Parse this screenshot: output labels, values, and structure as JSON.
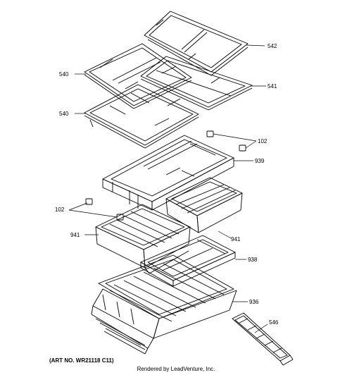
{
  "diagram": {
    "parts": {
      "p542": "542",
      "p540a": "540",
      "p541": "541",
      "p540b": "540",
      "p102a": "102",
      "p939": "939",
      "p102b": "102",
      "p941a": "941",
      "p941b": "941",
      "p938": "938",
      "p936": "936",
      "p546": "546"
    },
    "watermark": "LEADVENTURE",
    "art_no": "(ART NO. WR21118 C11)",
    "credit": "Rendered by LeadVenture, Inc."
  },
  "colors": {
    "line": "#000000",
    "background": "#ffffff"
  }
}
